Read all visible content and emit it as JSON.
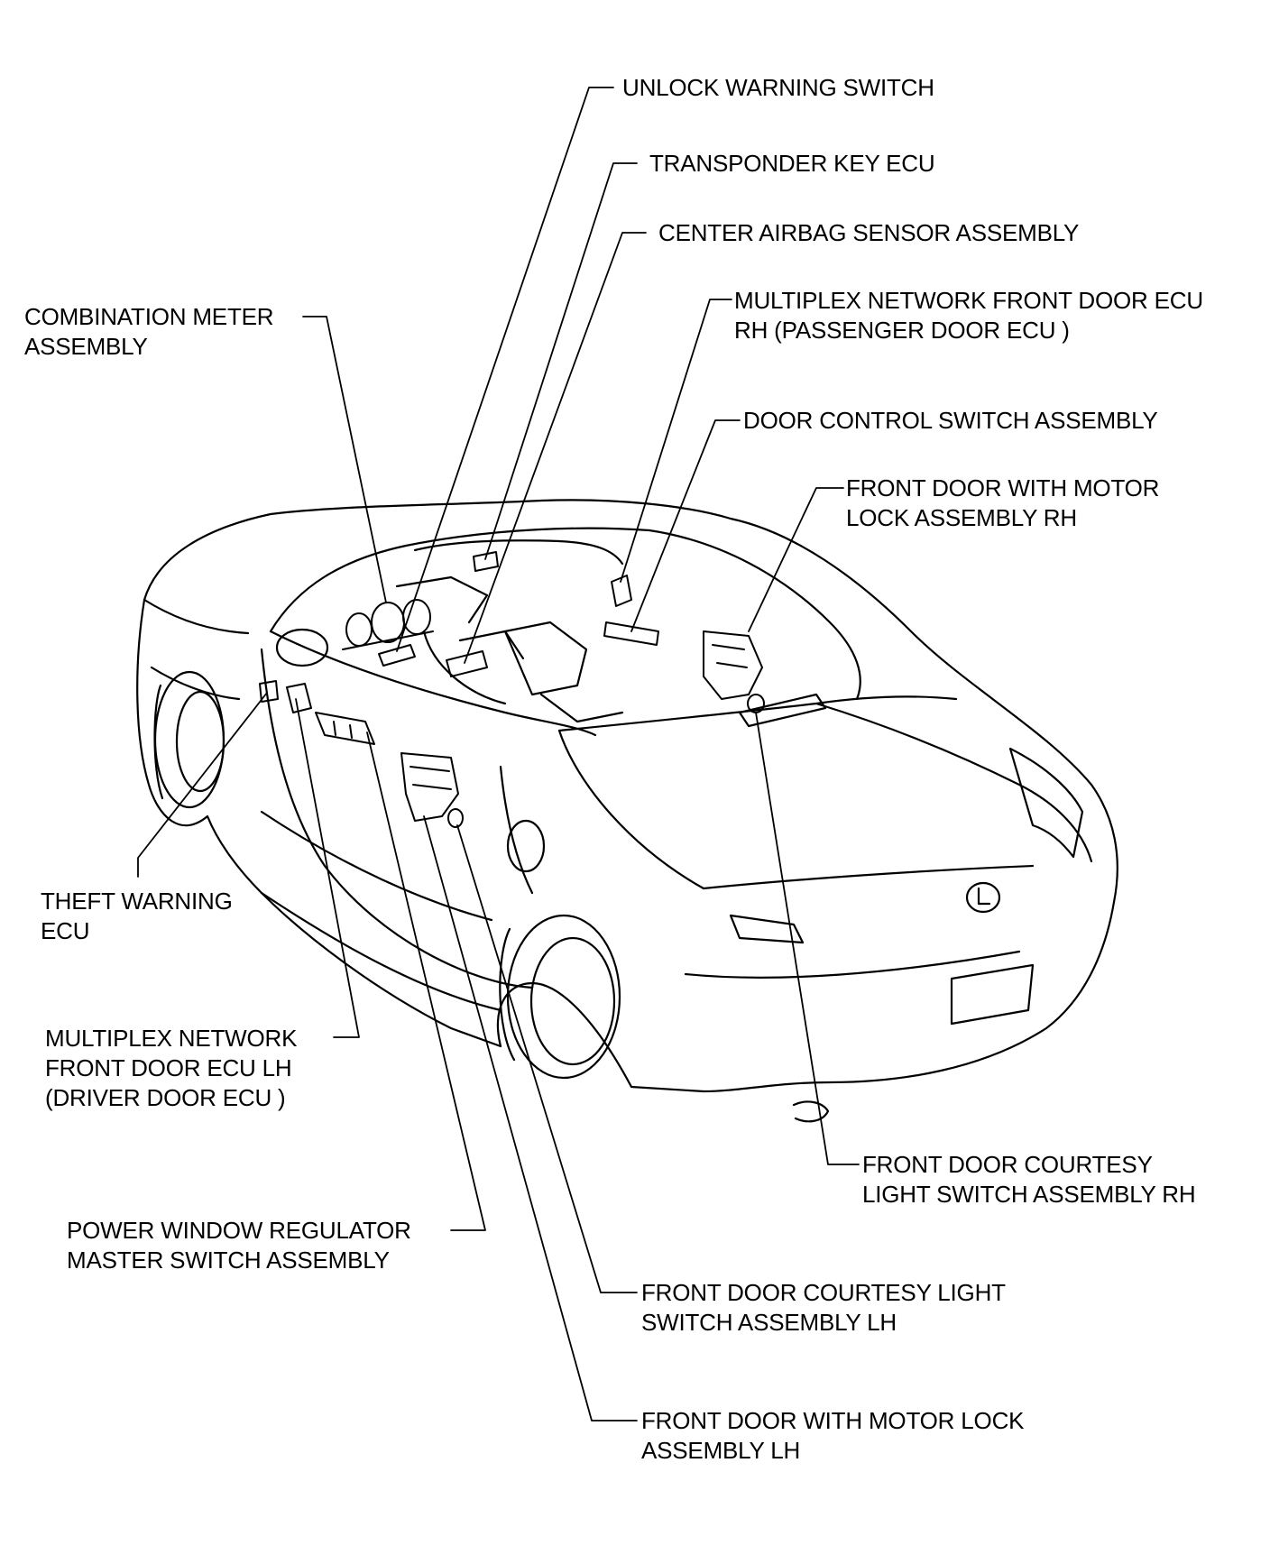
{
  "labels": {
    "unlock_warning_switch": [
      "UNLOCK WARNING SWITCH"
    ],
    "transponder_key_ecu": [
      "TRANSPONDER KEY ECU"
    ],
    "center_airbag_sensor": [
      "CENTER AIRBAG SENSOR ASSEMBLY"
    ],
    "combination_meter": [
      "COMBINATION METER",
      "ASSEMBLY"
    ],
    "multiplex_front_door_ecu_rh": [
      "MULTIPLEX NETWORK FRONT DOOR ECU",
      "RH (PASSENGER DOOR ECU )"
    ],
    "door_control_switch": [
      "DOOR CONTROL SWITCH ASSEMBLY"
    ],
    "front_door_motor_lock_rh": [
      "FRONT DOOR WITH MOTOR",
      "LOCK ASSEMBLY RH"
    ],
    "theft_warning_ecu": [
      "THEFT WARNING",
      "ECU"
    ],
    "multiplex_front_door_ecu_lh": [
      "MULTIPLEX NETWORK",
      "FRONT DOOR ECU LH",
      "(DRIVER DOOR ECU )"
    ],
    "front_door_courtesy_rh": [
      "FRONT DOOR COURTESY",
      "LIGHT SWITCH ASSEMBLY RH"
    ],
    "power_window_master_switch": [
      "POWER WINDOW REGULATOR",
      "MASTER SWITCH ASSEMBLY"
    ],
    "front_door_courtesy_lh": [
      "FRONT DOOR COURTESY LIGHT",
      "SWITCH ASSEMBLY LH"
    ],
    "front_door_motor_lock_lh": [
      "FRONT DOOR WITH MOTOR LOCK",
      "ASSEMBLY LH"
    ]
  }
}
